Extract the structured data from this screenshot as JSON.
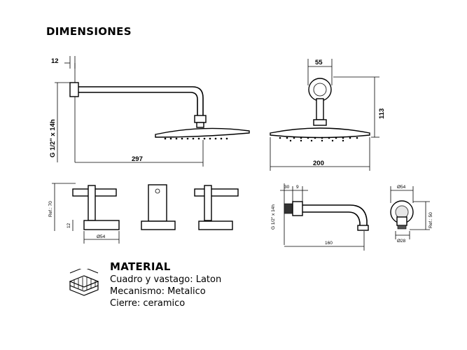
{
  "heading": "DIMENSIONES",
  "shower_side_view": {
    "dim_wall_plate": "12",
    "dim_thread": "G 1/2\" x 14h",
    "dim_arm_length": "297"
  },
  "shower_front_view": {
    "dim_flange": "55",
    "dim_height": "113",
    "dim_head_diameter": "200"
  },
  "valve_view": {
    "dim_ref": "Ref.: 70",
    "dim_base_height": "12",
    "dim_base_diameter": "Ø54"
  },
  "spout_side_view": {
    "dim_a": "30",
    "dim_b": "9",
    "dim_thread": "G 1/2\" x 14h",
    "dim_length": "160"
  },
  "spout_front_view": {
    "dim_top": "Ø54",
    "dim_ref": "Ref.: 50",
    "dim_bottom": "Ø28"
  },
  "material": {
    "title": "MATERIAL",
    "lines": [
      "Cuadro y vastago: Laton",
      "Mecanismo: Metalico",
      "Cierre: ceramico"
    ],
    "icon": "layered-material-icon"
  }
}
